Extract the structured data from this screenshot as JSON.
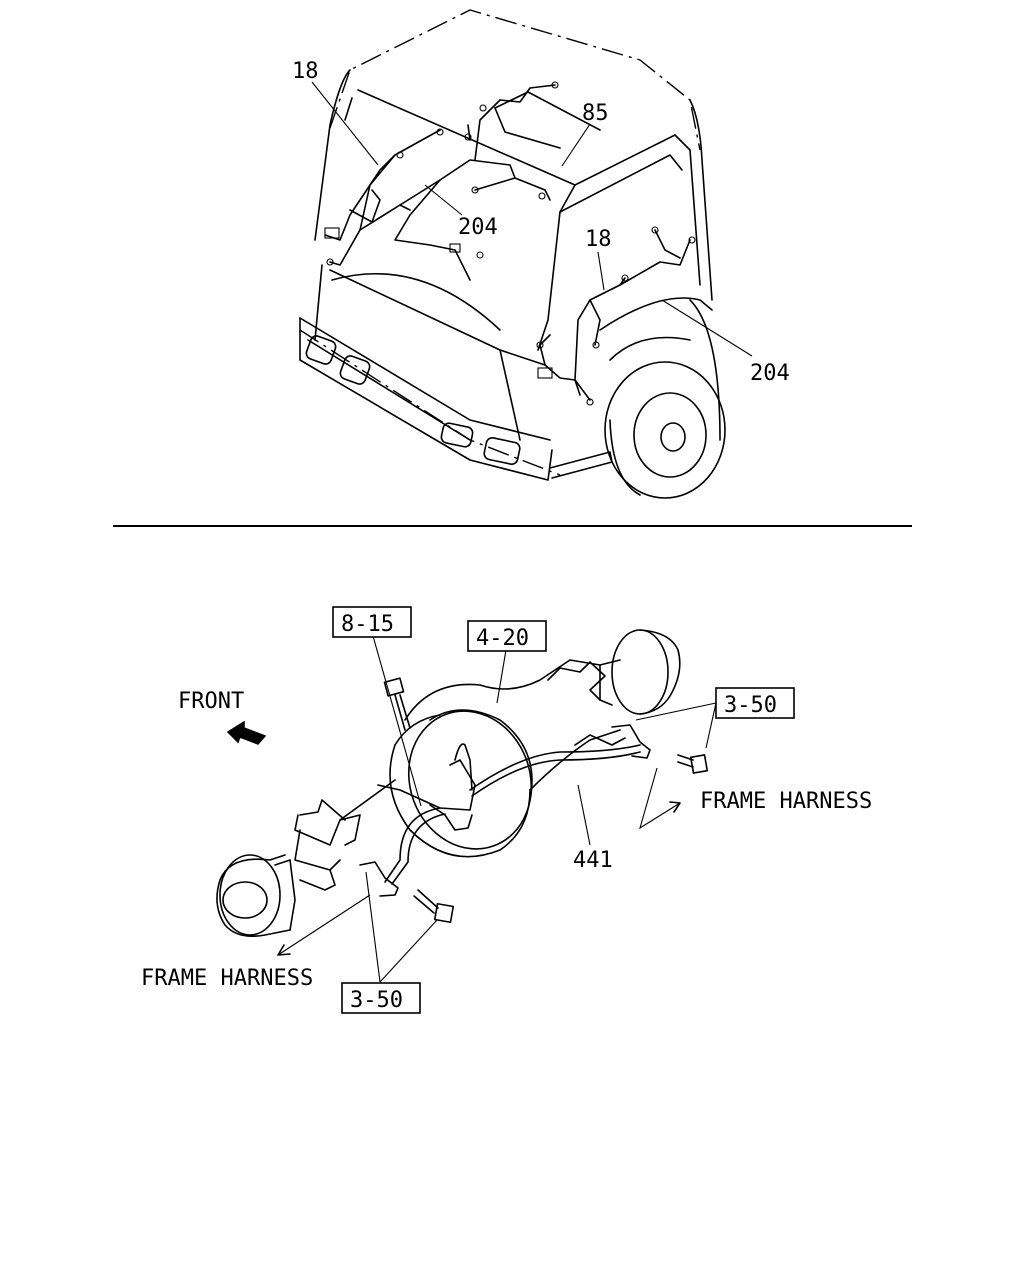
{
  "top_view": {
    "callouts": [
      "18",
      "85",
      "204",
      "18",
      "204"
    ]
  },
  "bottom_view": {
    "ref_boxes": [
      "8-15",
      "4-20",
      "3-50",
      "3-50"
    ],
    "part_number": "441",
    "front_label": "FRONT",
    "harness_right": "FRAME HARNESS",
    "harness_left": "FRAME HARNESS"
  }
}
